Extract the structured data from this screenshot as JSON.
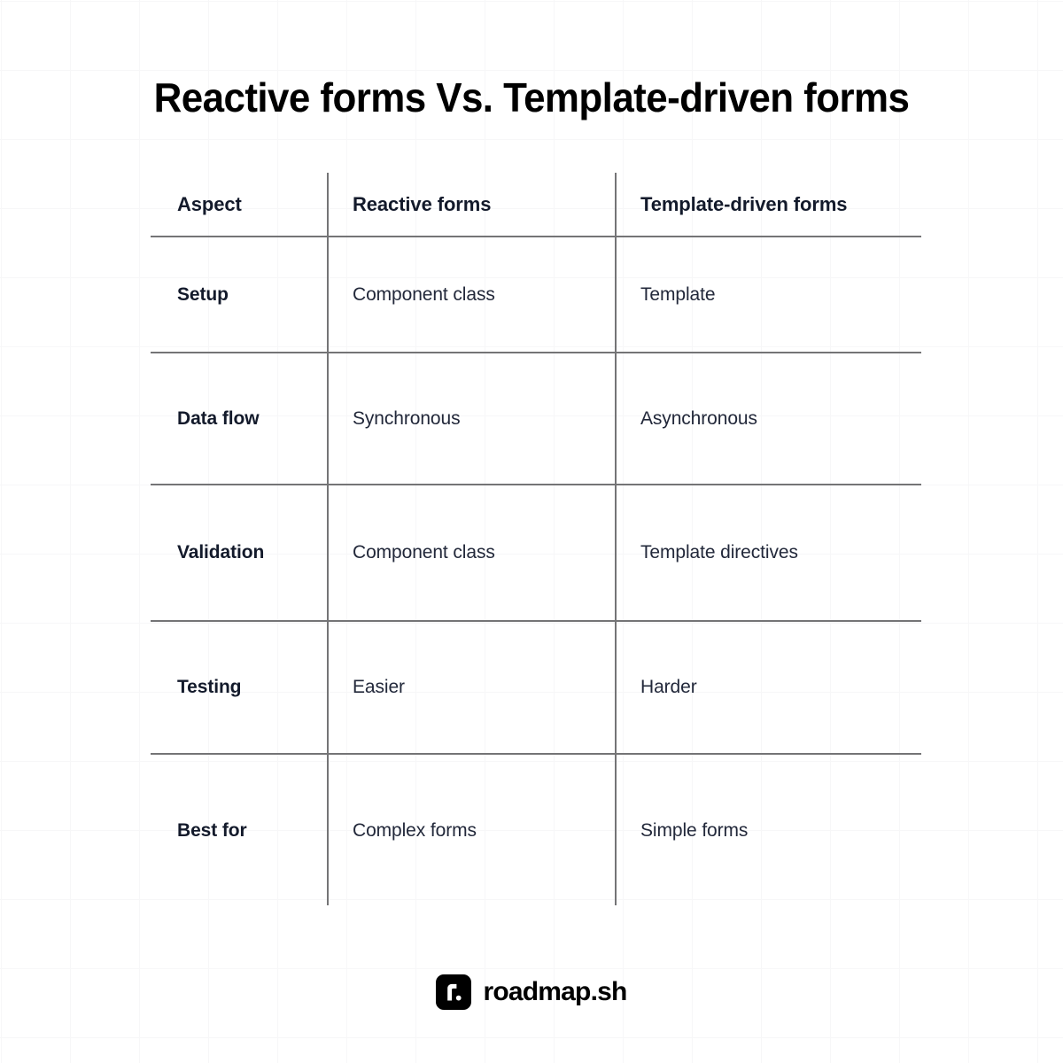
{
  "page": {
    "title": "Reactive forms Vs. Template-driven forms",
    "background_color": "#ffffff",
    "rule_color": "#747476",
    "heading_color": "#131a2b",
    "body_text_color": "#22283a"
  },
  "table": {
    "columns": [
      "Aspect",
      "Reactive forms",
      "Template-driven forms"
    ],
    "rows": [
      {
        "aspect": "Setup",
        "reactive": "Component class",
        "template": "Template"
      },
      {
        "aspect": "Data flow",
        "reactive": "Synchronous",
        "template": "Asynchronous"
      },
      {
        "aspect": "Validation",
        "reactive": "Component class",
        "template": "Template directives"
      },
      {
        "aspect": "Testing",
        "reactive": "Easier",
        "template": "Harder"
      },
      {
        "aspect": "Best for",
        "reactive": "Complex forms",
        "template": "Simple forms"
      }
    ]
  },
  "footer": {
    "brand": "roadmap.sh",
    "logo_icon": "roadmap-r-mark-icon",
    "logo_background": "#000000",
    "logo_glyph_color": "#ffffff"
  }
}
